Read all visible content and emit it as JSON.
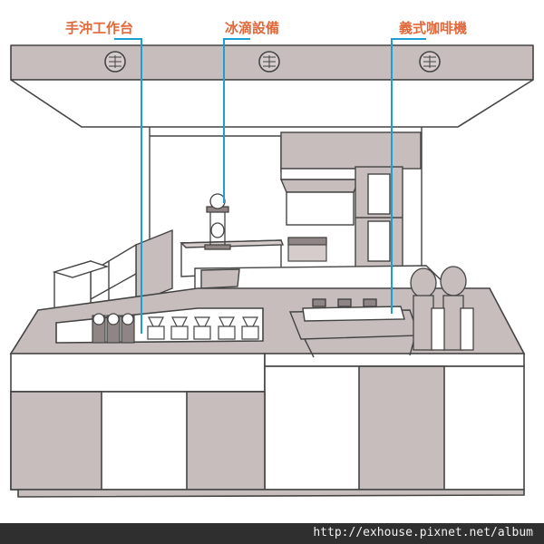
{
  "labels": {
    "pour_over": "手沖工作台",
    "cold_drip": "冰滴設備",
    "espresso": "義式咖啡機"
  },
  "footer": {
    "url": "http://exhouse.pixnet.net/album"
  },
  "colors": {
    "label_text": "#e0683a",
    "leader_line": "#1e9fd2",
    "wall_fill": "#c7bdbd",
    "outline": "#444444",
    "footer_bg": "#2f2f2f"
  }
}
